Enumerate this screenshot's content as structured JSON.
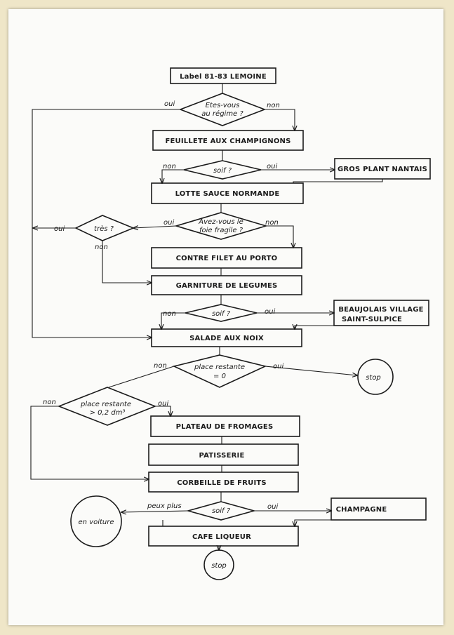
{
  "title": "Label 81-83 LEMOINE",
  "nodes": {
    "regime": [
      "Etes-vous",
      "au régime ?"
    ],
    "feuillete": "FEUILLETE AUX CHAMPIGNONS",
    "soif1": "soif ?",
    "gros_plant": "GROS PLANT NANTAIS",
    "lotte": "LOTTE SAUCE NORMANDE",
    "tres": "très ?",
    "foie": [
      "Avez-vous le",
      "foie fragile ?"
    ],
    "contre_filet": "CONTRE FILET AU PORTO",
    "garniture": "GARNITURE DE LEGUMES",
    "soif2": "soif ?",
    "beaujolais": [
      "BEAUJOLAIS VILLAGE",
      "SAINT-SULPICE"
    ],
    "salade": "SALADE AUX NOIX",
    "place1": [
      "place restante",
      "= 0"
    ],
    "stop1": "stop",
    "place2": [
      "place restante",
      "> 0,2 dm³"
    ],
    "fromages": "PLATEAU DE FROMAGES",
    "patisserie": "PATISSERIE",
    "fruits": "CORBEILLE DE FRUITS",
    "soif3": "soif ?",
    "champagne": "CHAMPAGNE",
    "en_voiture": "en voiture",
    "cafe": "CAFE LIQUEUR",
    "stop2": "stop"
  },
  "labels": {
    "oui": "oui",
    "non": "non",
    "peux_plus": "peux plus"
  }
}
